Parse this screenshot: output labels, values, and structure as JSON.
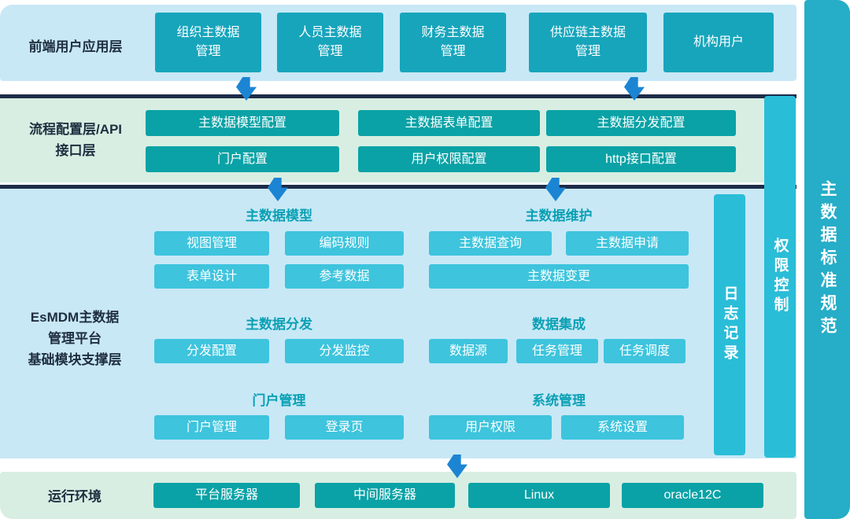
{
  "colors": {
    "light_blue_bg": "#c8e8f6",
    "light_green_bg": "#d8eee2",
    "teal_box": "#17a5bc",
    "green_teal_box": "#0aa2a6",
    "cyan_box": "#3ec4dd",
    "side_bar": "#2abdd8",
    "standard_bar": "#26adc7",
    "arrow": "#1b85d3",
    "divider": "#1d2c49",
    "group_title": "#0aa0b4"
  },
  "layers": {
    "frontend": {
      "label": "前端用户应用层",
      "items": [
        "组织主数据\n管理",
        "人员主数据\n管理",
        "财务主数据\n管理",
        "供应链主数据\n管理",
        "机构用户"
      ]
    },
    "process": {
      "label": "流程配置层/API\n接口层",
      "row1": [
        "主数据模型配置",
        "主数据表单配置",
        "主数据分发配置"
      ],
      "row2": [
        "门户配置",
        "用户权限配置",
        "http接口配置"
      ]
    },
    "platform": {
      "label": "EsMDM主数据\n管理平台\n基础模块支撑层",
      "groups": {
        "model": {
          "title": "主数据模型",
          "items": [
            "视图管理",
            "编码规则",
            "表单设计",
            "参考数据"
          ]
        },
        "maintain": {
          "title": "主数据维护",
          "items": [
            "主数据查询",
            "主数据申请",
            "主数据变更"
          ]
        },
        "distribute": {
          "title": "主数据分发",
          "items": [
            "分发配置",
            "分发监控"
          ]
        },
        "integration": {
          "title": "数据集成",
          "items": [
            "数据源",
            "任务管理",
            "任务调度"
          ]
        },
        "portal": {
          "title": "门户管理",
          "items": [
            "门户管理",
            "登录页"
          ]
        },
        "system": {
          "title": "系统管理",
          "items": [
            "用户权限",
            "系统设置"
          ]
        }
      }
    },
    "runtime": {
      "label": "运行环境",
      "items": [
        "平台服务器",
        "中间服务器",
        "Linux",
        "oracle12C"
      ]
    },
    "log_bar": "日志记录",
    "perm_bar": "权限控制",
    "standard_bar": "主数据标准规范"
  }
}
